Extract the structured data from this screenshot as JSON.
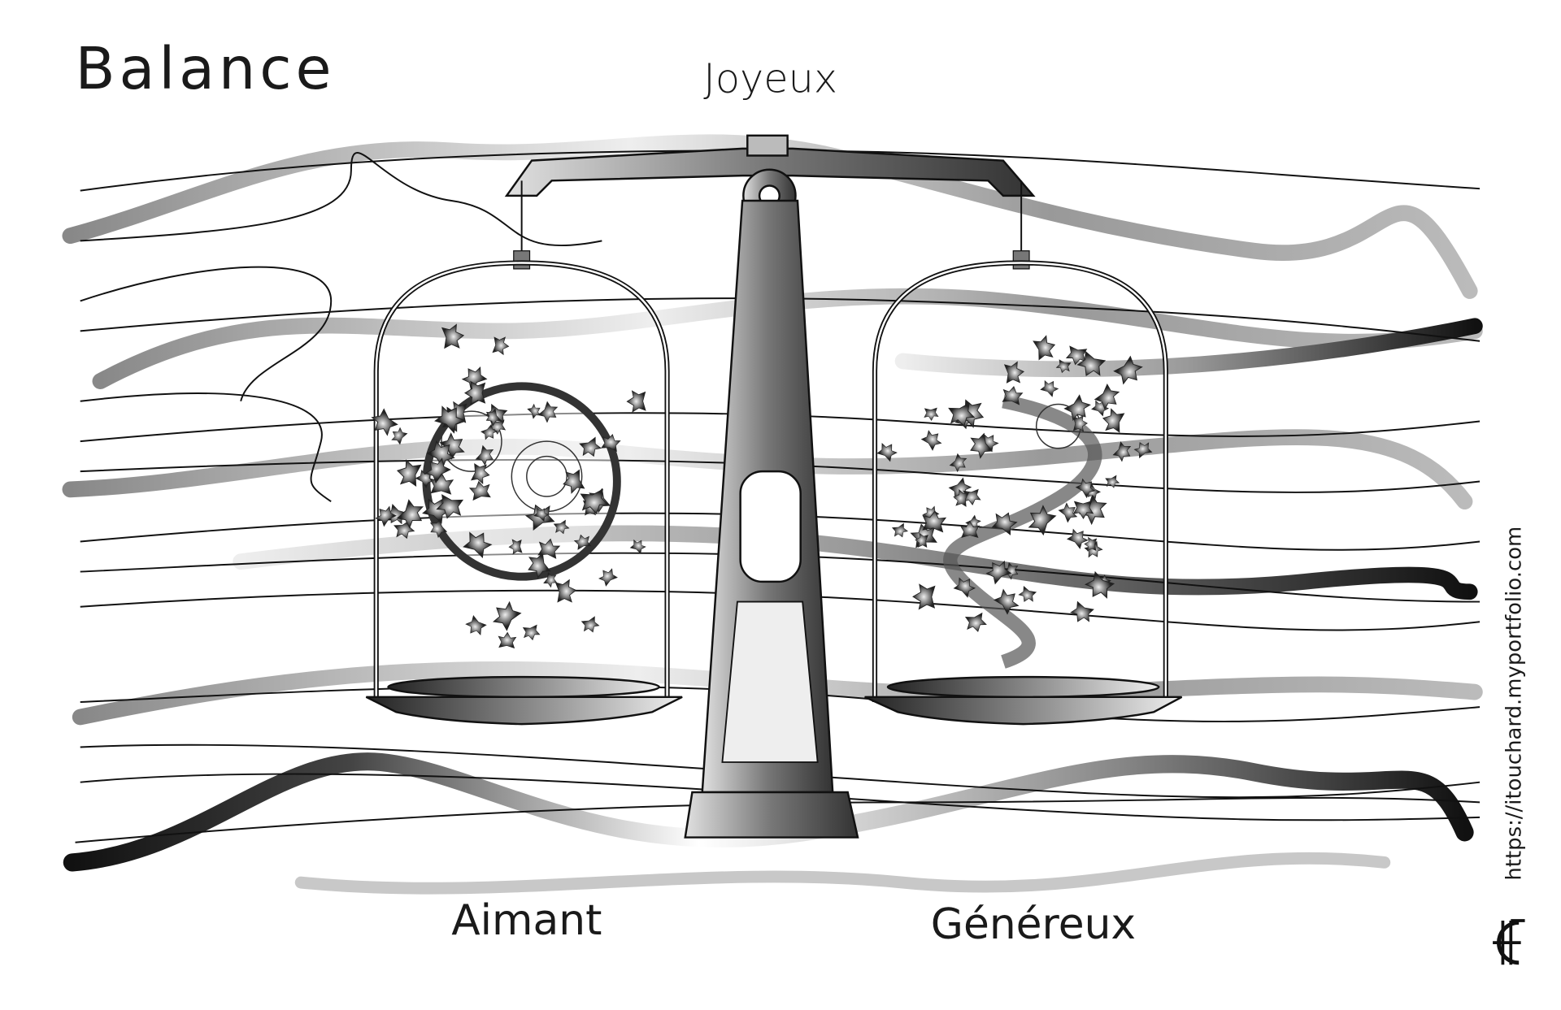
{
  "title": "Balance",
  "labels": {
    "top": "Joyeux",
    "left": "Aimant",
    "right": "Généreux"
  },
  "credit": {
    "url": "https://itouchard.myportfolio.com",
    "logo_letters": "IT"
  },
  "colors": {
    "ink": "#111111",
    "metal_dark": "#3a3a3a",
    "metal_light": "#d8d8d8",
    "stripe_grey": "#9a9a9a"
  }
}
